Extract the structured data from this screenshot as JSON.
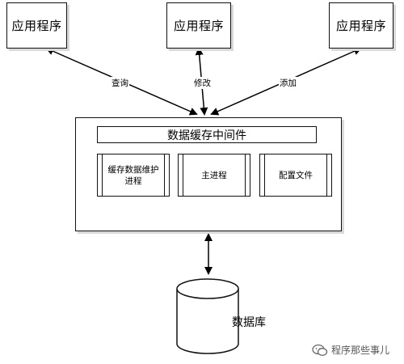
{
  "apps": [
    {
      "label": "应用程序"
    },
    {
      "label": "应用程序"
    },
    {
      "label": "应用程序"
    }
  ],
  "edges": {
    "query": "查询",
    "modify": "修改",
    "add": "添加"
  },
  "middleware": {
    "title": "数据缓存中间件",
    "processes": [
      {
        "line1": "缓存数据维护",
        "line2": "进程"
      },
      {
        "line1": "主进程",
        "line2": ""
      },
      {
        "line1": "配置文件",
        "line2": ""
      }
    ]
  },
  "database": {
    "label": "数据库"
  },
  "watermark": {
    "text": "程序那些事儿",
    "icon": "wechat-icon"
  }
}
